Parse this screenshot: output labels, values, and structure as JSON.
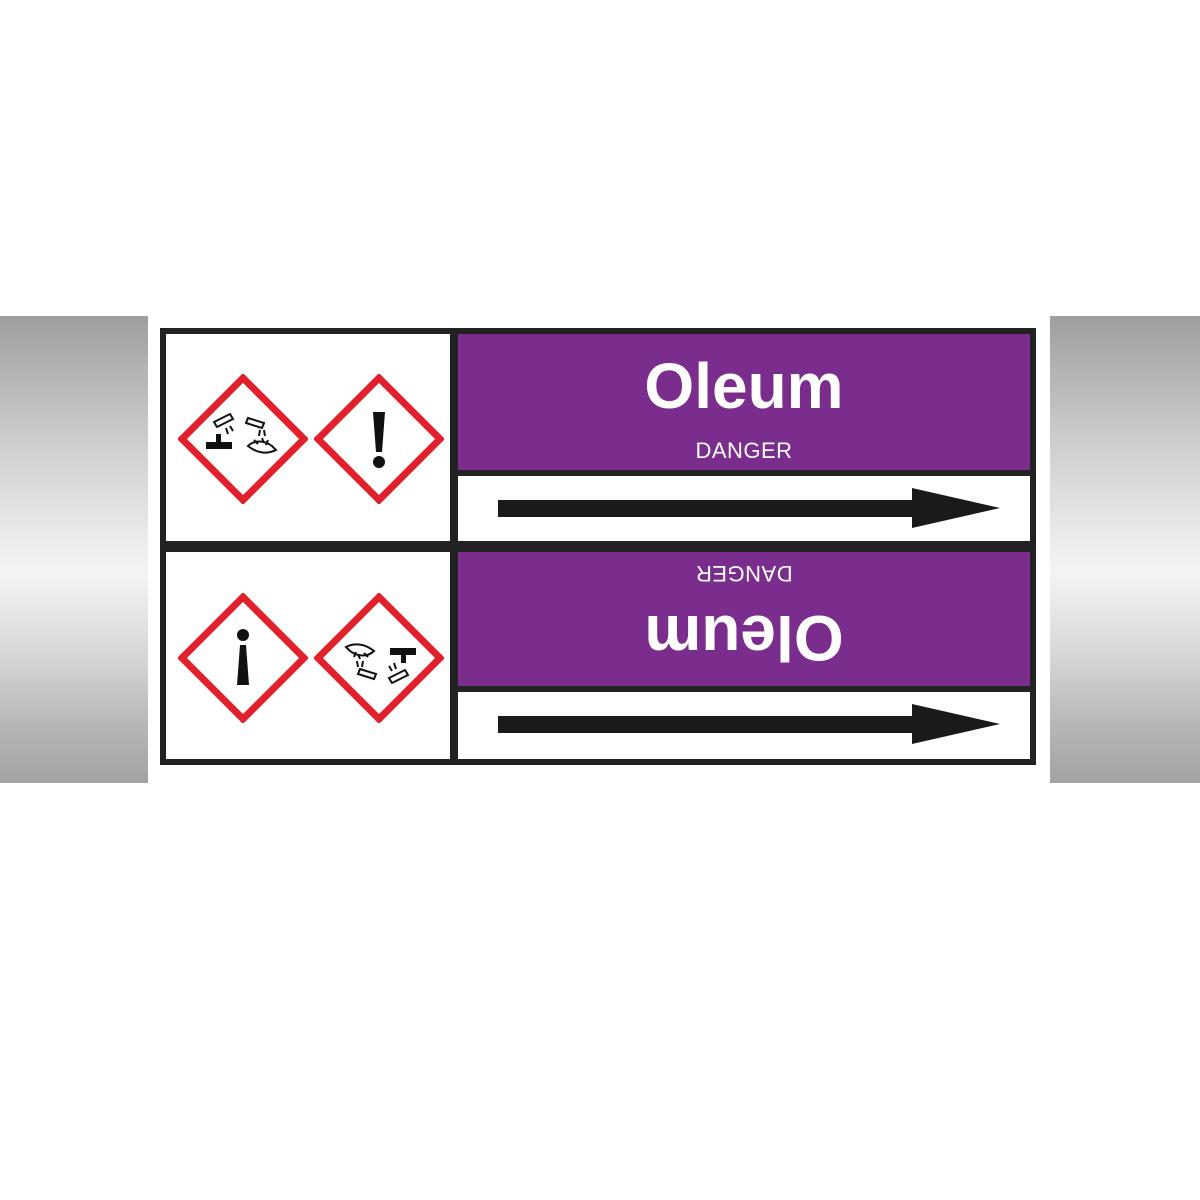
{
  "marker": {
    "medium_name": "Oleum",
    "signal_word": "DANGER",
    "band_color": "#7b2d8e",
    "pipe_color": "#c8c8c8",
    "flow_direction": "right",
    "pictograms_top": [
      "corrosion-icon",
      "exclamation-mark-icon"
    ],
    "pictograms_bottom": [
      "exclamation-mark-icon",
      "corrosion-icon"
    ]
  }
}
